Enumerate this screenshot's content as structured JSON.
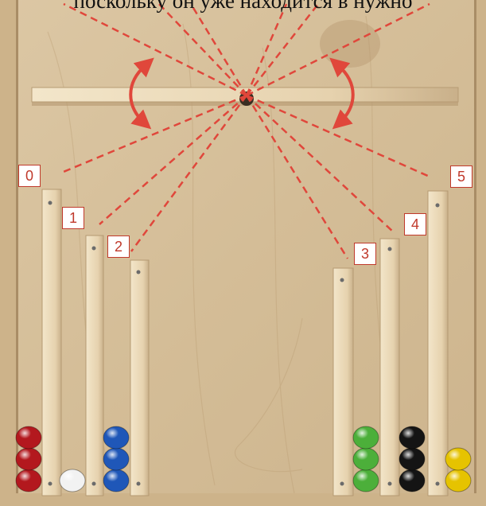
{
  "caption": "поскольку он уже находится в нужно",
  "bins": [
    {
      "label": "0"
    },
    {
      "label": "1"
    },
    {
      "label": "2"
    },
    {
      "label": "3"
    },
    {
      "label": "4"
    },
    {
      "label": "5"
    }
  ],
  "balls": {
    "bin0": {
      "color": "#b3181e",
      "count": 3
    },
    "bin1": {
      "color": "#f2f2f2",
      "count": 1
    },
    "bin2": {
      "color": "#1f57b8",
      "count": 3
    },
    "bin3": {
      "color": "#4caf3a",
      "count": 3
    },
    "bin4": {
      "color": "#141414",
      "count": 3
    },
    "bin5": {
      "color": "#e6c300",
      "count": 2
    }
  },
  "colors": {
    "board": "#d8c3a0",
    "wood_light": "#ead8b6",
    "accent": "#e0473b"
  }
}
